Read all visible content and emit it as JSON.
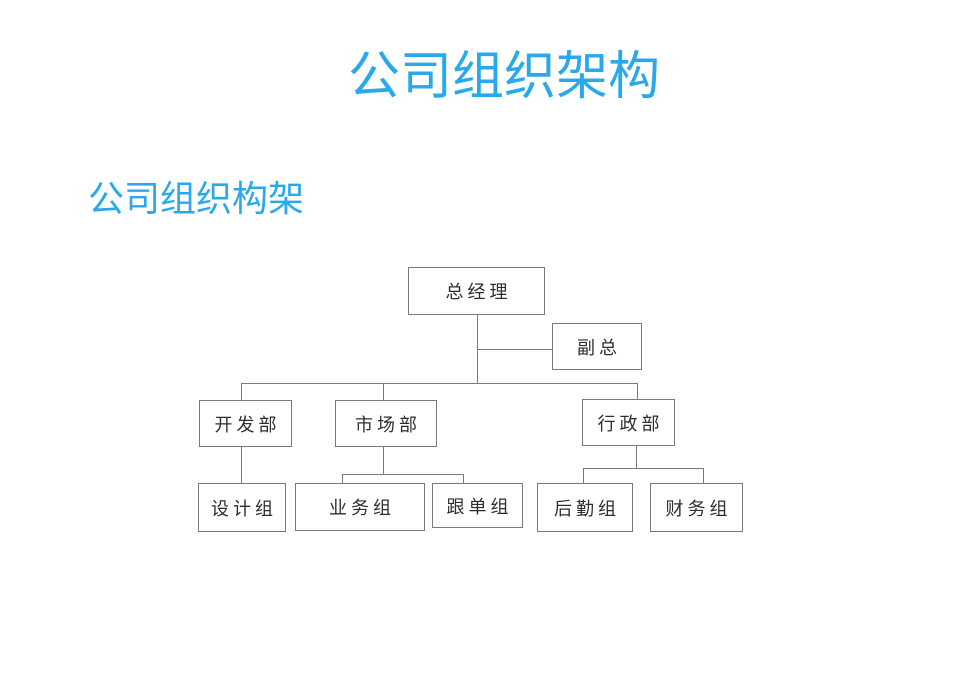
{
  "page": {
    "title": "公司组织架构",
    "subtitle": "公司组织构架"
  },
  "colors": {
    "accent_blue": "#29a9ea",
    "line_gray": "#7a7a7a",
    "box_text": "#2e2e2e",
    "background": "#ffffff"
  },
  "org_chart": {
    "nodes": [
      {
        "label": "总经理",
        "role": "general-manager",
        "parent": null
      },
      {
        "label": "副总",
        "role": "deputy-general-manager",
        "parent": "总经理",
        "link": "side"
      },
      {
        "label": "开发部",
        "role": "development-department",
        "parent": "总经理"
      },
      {
        "label": "市场部",
        "role": "marketing-department",
        "parent": "总经理"
      },
      {
        "label": "行政部",
        "role": "administration-department",
        "parent": "总经理"
      },
      {
        "label": "设计组",
        "role": "design-group",
        "parent": "开发部"
      },
      {
        "label": "业务组",
        "role": "business-group",
        "parent": "市场部"
      },
      {
        "label": "跟单组",
        "role": "order-following-group",
        "parent": "市场部"
      },
      {
        "label": "后勤组",
        "role": "logistics-group",
        "parent": "行政部"
      },
      {
        "label": "财务组",
        "role": "finance-group",
        "parent": "行政部"
      }
    ]
  }
}
